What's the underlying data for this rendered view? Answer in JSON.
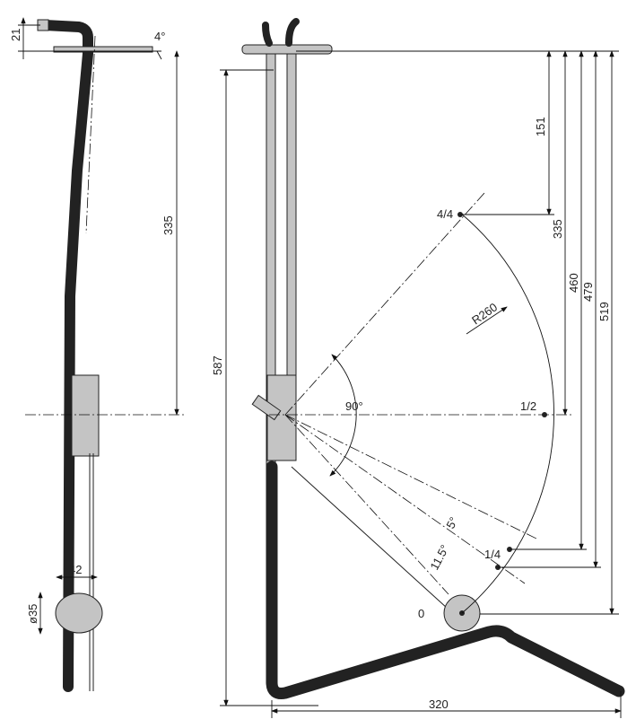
{
  "side_view": {
    "dims": {
      "offset": "21",
      "angle": "4°",
      "height": "335",
      "width": "42",
      "diameter": "ø35"
    }
  },
  "front_view": {
    "dims": {
      "d151": "151",
      "d335": "335",
      "d460": "460",
      "d479": "479",
      "d519": "519",
      "d587": "587",
      "d320": "320",
      "radius": "R260",
      "angle90": "90°",
      "angle5": "5°",
      "angle11_5": "11.5°"
    },
    "positions": {
      "full": "4/4",
      "half": "1/2",
      "quarter": "1/4",
      "empty": "0"
    }
  }
}
